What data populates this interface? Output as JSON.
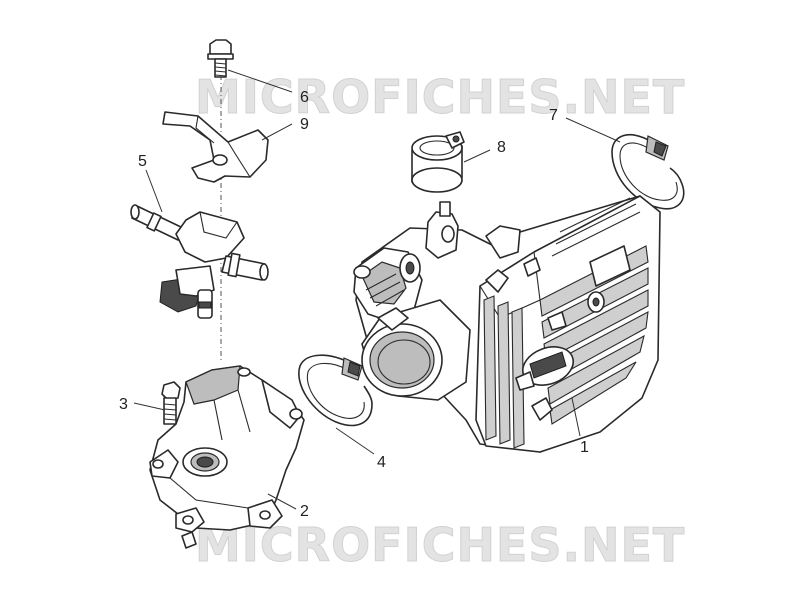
{
  "watermark": {
    "top": "MICROFICHES.NET",
    "bottom": "MICROFICHES.NET"
  },
  "callouts": [
    {
      "id": "1",
      "label": "1"
    },
    {
      "id": "2",
      "label": "2"
    },
    {
      "id": "3",
      "label": "3"
    },
    {
      "id": "4",
      "label": "4"
    },
    {
      "id": "5",
      "label": "5"
    },
    {
      "id": "6",
      "label": "6"
    },
    {
      "id": "7",
      "label": "7"
    },
    {
      "id": "8",
      "label": "8"
    },
    {
      "id": "9",
      "label": "9"
    }
  ],
  "colors": {
    "line": "#2a2a2a",
    "shade": "#bdbdbd",
    "watermark": "#e3e3e3"
  }
}
